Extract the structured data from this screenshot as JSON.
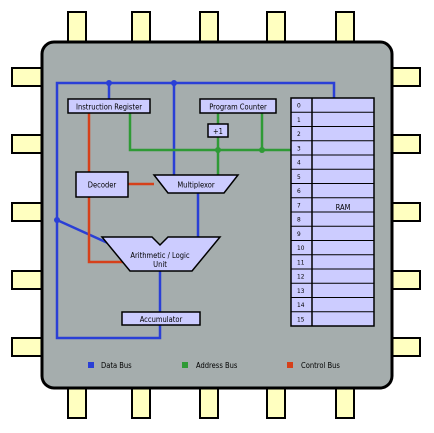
{
  "components": {
    "instruction_register": "Instruction Register",
    "program_counter": "Program Counter",
    "increment": "+1",
    "decoder": "Decoder",
    "multiplexor": "Multiplexor",
    "alu_line1": "Arithmetic / Logic",
    "alu_line2": "Unit",
    "accumulator": "Accumulator",
    "ram": "RAM"
  },
  "ram_addresses": [
    "0",
    "1",
    "2",
    "3",
    "4",
    "5",
    "6",
    "7",
    "8",
    "9",
    "10",
    "11",
    "12",
    "13",
    "14",
    "15"
  ],
  "legend": [
    {
      "label": "Data Bus",
      "color": "#2a3fd6"
    },
    {
      "label": "Address Bus",
      "color": "#2f9a36"
    },
    {
      "label": "Control Bus",
      "color": "#d6401a"
    }
  ],
  "colors": {
    "chip_body": "#a5adad",
    "pins": "#ffffc0",
    "component_fill": "#ccccff",
    "data_bus": "#2a3fd6",
    "address_bus": "#2f9a36",
    "control_bus": "#d6401a"
  }
}
